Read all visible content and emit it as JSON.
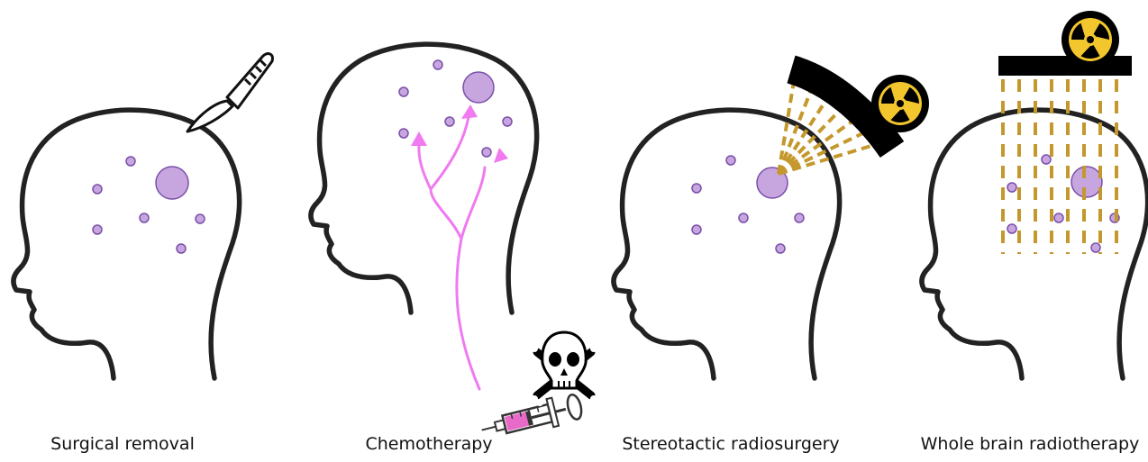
{
  "panels": [
    {
      "id": "surgery",
      "caption": "Surgical removal",
      "tool_icon": "scalpel-icon"
    },
    {
      "id": "chemo",
      "caption": "Chemotherapy",
      "tool_icon": "syringe-icon",
      "hazard_icon": "skull-crossbones-icon"
    },
    {
      "id": "srs",
      "caption": "Stereotactic radiosurgery",
      "tool_icon": "radiation-icon"
    },
    {
      "id": "wbrt",
      "caption": "Whole brain radiotherapy",
      "tool_icon": "radiation-icon"
    }
  ],
  "colors": {
    "outline": "#222222",
    "lesion_fill": "#c7a6e0",
    "lesion_stroke": "#7a4fa8",
    "drug_path": "#f07af0",
    "beam": "#c4982c",
    "radiation_yellow": "#f2c62c",
    "syringe_fluid": "#e86ac8"
  }
}
